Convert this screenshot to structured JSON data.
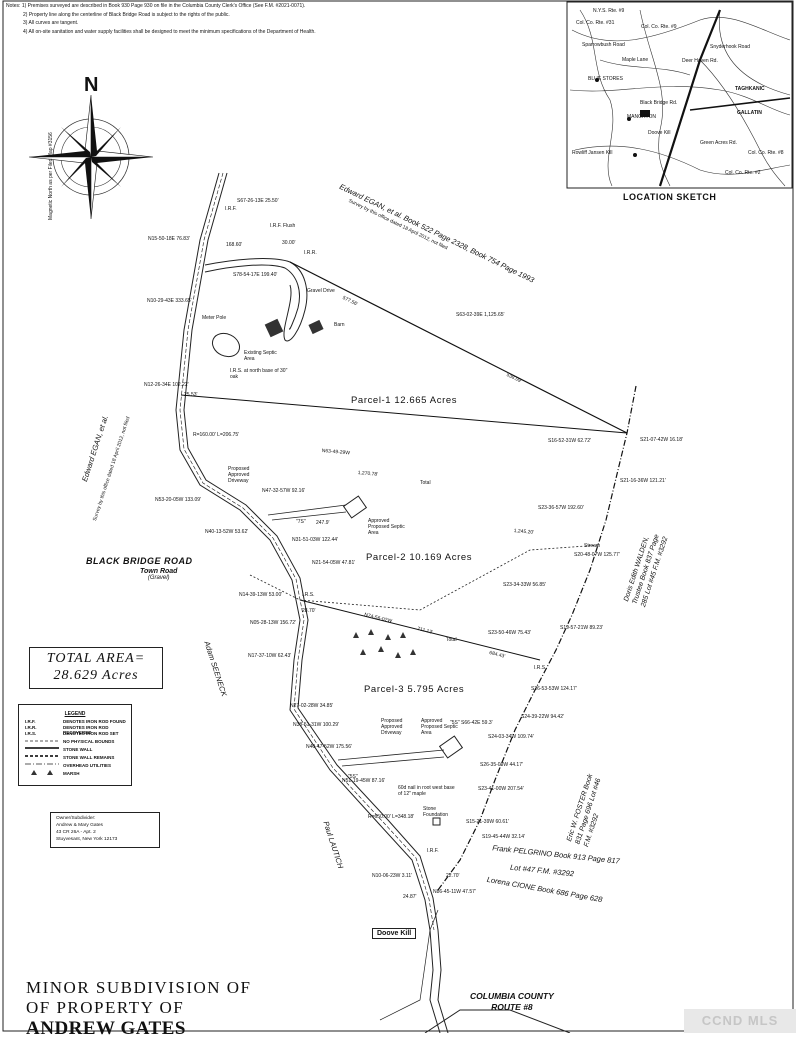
{
  "notes": [
    "Notes: 1) Premises surveyed are described in Book 930 Page 930 on file in the Columbia County Clerk's Office (See F.M. #2021-0071).",
    "2) Property line along the centerline of Black Bridge Road is subject to the rights of the public.",
    "3) All curves are tangent.",
    "4) All on-site sanitation and water supply facilities shall be designed to meet the minimum specifications of the Department of Health."
  ],
  "title": {
    "line1": "MINOR SUBDIVISION OF",
    "line2": "OF PROPERTY OF",
    "owner_name": "ANDREW GATES"
  },
  "total_area": {
    "label": "TOTAL AREA=",
    "value": "28.629 Acres"
  },
  "parcels": [
    {
      "label": "Parcel-1 12.665 Acres"
    },
    {
      "label": "Parcel-2 10.169 Acres"
    },
    {
      "label": "Parcel-3 5.795 Acres"
    }
  ],
  "roads": {
    "black_bridge": "BLACK BRIDGE ROAD",
    "black_bridge_type": "Town Road",
    "black_bridge_surface": "(Gravel)",
    "county_route_line1": "COLUMBIA COUNTY",
    "county_route_line2": "ROUTE #8",
    "doove_kill": "Doove Kill"
  },
  "location_sketch": {
    "caption": "LOCATION SKETCH",
    "labels": [
      "N.Y.S. Rte. #9",
      "Col. Co. Rte. #31",
      "Sparrowbush Road",
      "Col. Co. Rte. #9",
      "Snyderhook Road",
      "Maple Lane",
      "Deer Haven Rd.",
      "BLUE STORES",
      "Black Bridge Rd.",
      "MANORTON",
      "Doove Kill",
      "TAGHKANIC",
      "GALLATIN",
      "Rowliff Jansen Kill",
      "Col. Co. Rte. #8",
      "Green Acres Rd.",
      "Col. Co. Rte. #2"
    ]
  },
  "north_arrow": {
    "letter": "N",
    "true_north": "Magnetic North as per Filed Map #3156"
  },
  "adjoiners": [
    "Edward EGAN, et al. Book 522 Page 2328, Book 754 Page 1993",
    "Survey by this office dated 18 April 2012, not filed",
    "Edward EGAN, et al.",
    "Survey by this office dated 18 April 2012, not filed",
    "Adam SEENECK",
    "Paul LAUTICH",
    "Doris Edith WALDEN, Trustee Book 837 Page 285 Lot #45 F.M. #3292",
    "Eric W. FOSTER Book 831 Page 696 Lot #46 F.M. #3292",
    "Frank PELGRINO Book 913 Page 817",
    "Lot #47 F.M. #3292",
    "Lorena CIONE Book 686 Page 628"
  ],
  "bearings": [
    "S67-26-13E 25.50'",
    "N15-50-18E 76.83'",
    "N10-29-43E 333.65'",
    "N12-26-34E 102.22'",
    "R=160.00' L=206.75'",
    "N53-20-05W 133.09'",
    "N47-32-57W 92.16'",
    "N40-13-52W 53.62'",
    "N31-51-03W 122.44'",
    "N21-54-05W 47.81'",
    "N14-39-13W 53.00'",
    "N05-28-13W 156.72'",
    "N17-37-10W 62.43'",
    "N27-02-28W 34.85'",
    "N38-51-31W 100.29'",
    "N40-47-52W 175.56'",
    "N51-19-45W 87.16'",
    "R=650.00' L=348.18'",
    "N10-06-23W 3.11'",
    "N86-45-11W 47.57'",
    "S78-54-17E 199.40'",
    "S63-02-39E 1,125.65'",
    "S16-52-31W 62.72'",
    "S21-07-42W 16.18'",
    "S21-16-36W 121.21'",
    "S23-36-57W 192.60'",
    "S20-48-07W 125.77'",
    "S23-34-33W 56.85'",
    "S19-57-21W 89.23'",
    "S23-50-46W 75.43'",
    "S26-53-53W 124.17'",
    "S24-39-22W 94.42'",
    "S24-03-34W 109.74'",
    "S26-35-09W 44.17'",
    "S23-41-00W 207.54'",
    "S15-21-39W 60.61'",
    "S19-45-44W 32.14'"
  ],
  "distances": [
    "168.60'",
    "30.00'",
    "577.56'",
    "538.09'",
    "1,270.78'",
    "1,245.20'",
    "711.13'",
    "684.43'",
    "28.70'",
    "25.53'",
    "22.70'",
    "24.87'",
    "247.9'"
  ],
  "lines": [
    "N63-49-29W",
    "N74-56-02W"
  ],
  "map_labels": [
    "I.R.F.",
    "I.R.F. Flush",
    "I.R.R.",
    "Gravel Drive",
    "Meter Pole",
    "Barn",
    "Existing Septic Area",
    "I.R.S. at north base of 30\" oak",
    "Total",
    "Total",
    "Proposed Approved Driveway",
    "Approved Proposed Septic Area",
    "\"7S\"",
    "Stream",
    "I.R.S.",
    "I.R.S.",
    "Proposed Approved Driveway",
    "Approved Proposed Septic Area",
    "\"5S\" S66-42E 59.3'",
    "60d nail in root west base of 12\" maple",
    "\"5S\"",
    "Stone Foundation",
    "I.R.F."
  ],
  "legend": {
    "title": "LEGEND",
    "items": [
      "DENOTES IRON ROD FOUND",
      "DENOTES IRON ROD RECOVERED",
      "DENOTES IRON ROD SET",
      "NO PHYSICAL BOUNDS",
      "STONE WALL",
      "STONE WALL REMAINS",
      "OVERHEAD UTILITIES",
      "MARSH"
    ],
    "symbols": [
      "I.R.F.",
      "I.R.R.",
      "I.R.S."
    ]
  },
  "owner_block": [
    "Owner/Subdivider:",
    "Andrew & Mary Gates",
    "43 CR 26A - Apt. 2",
    "Stuyvesant, New York 12173"
  ],
  "watermark": "CCND MLS",
  "colors": {
    "line": "#1a1a1a",
    "background": "#ffffff",
    "watermark_bg": "#e8e8e8",
    "watermark_text": "#c6c6c6"
  }
}
